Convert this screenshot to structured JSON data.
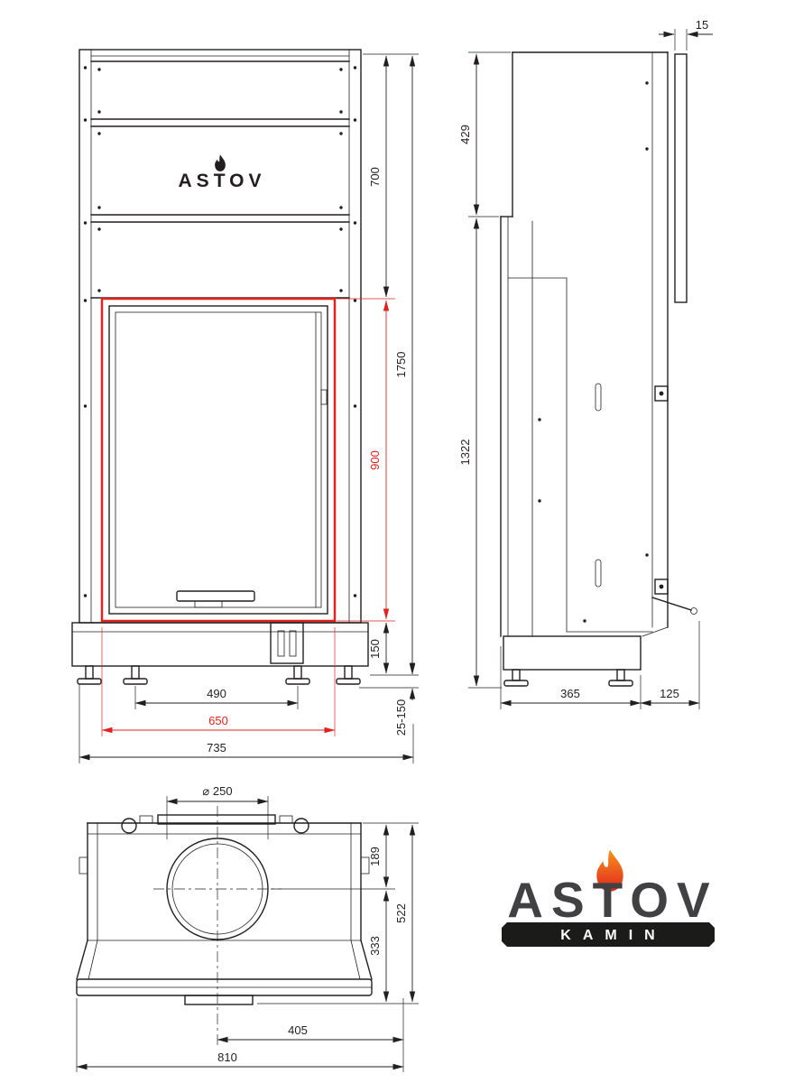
{
  "brand": {
    "name": "ASTOV",
    "sub": "KAMIN"
  },
  "icons": {
    "flame": "flame-icon"
  },
  "colors": {
    "line": "#231f20",
    "accent_red": "#e0231d",
    "flame_top": "#f7941d",
    "flame_bottom": "#e1251b",
    "banner_black": "#1b1b19",
    "brand_gray": "#414042"
  },
  "front_view": {
    "dims": {
      "top_section": "700",
      "total_height": "1750",
      "opening_height": "900",
      "base_height": "150",
      "leg_range": "25-150",
      "feet_span": "490",
      "opening_width": "650",
      "total_width": "735"
    }
  },
  "side_view": {
    "dims": {
      "shield_thickness": "15",
      "top_section": "429",
      "body_height": "1322",
      "depth_front": "365",
      "depth_rear": "125"
    }
  },
  "top_view": {
    "dims": {
      "flue_diameter": "⌀ 250",
      "flue_offset": "189",
      "front_depth": "333",
      "total_depth": "522",
      "half_width": "405",
      "total_width": "810"
    }
  }
}
